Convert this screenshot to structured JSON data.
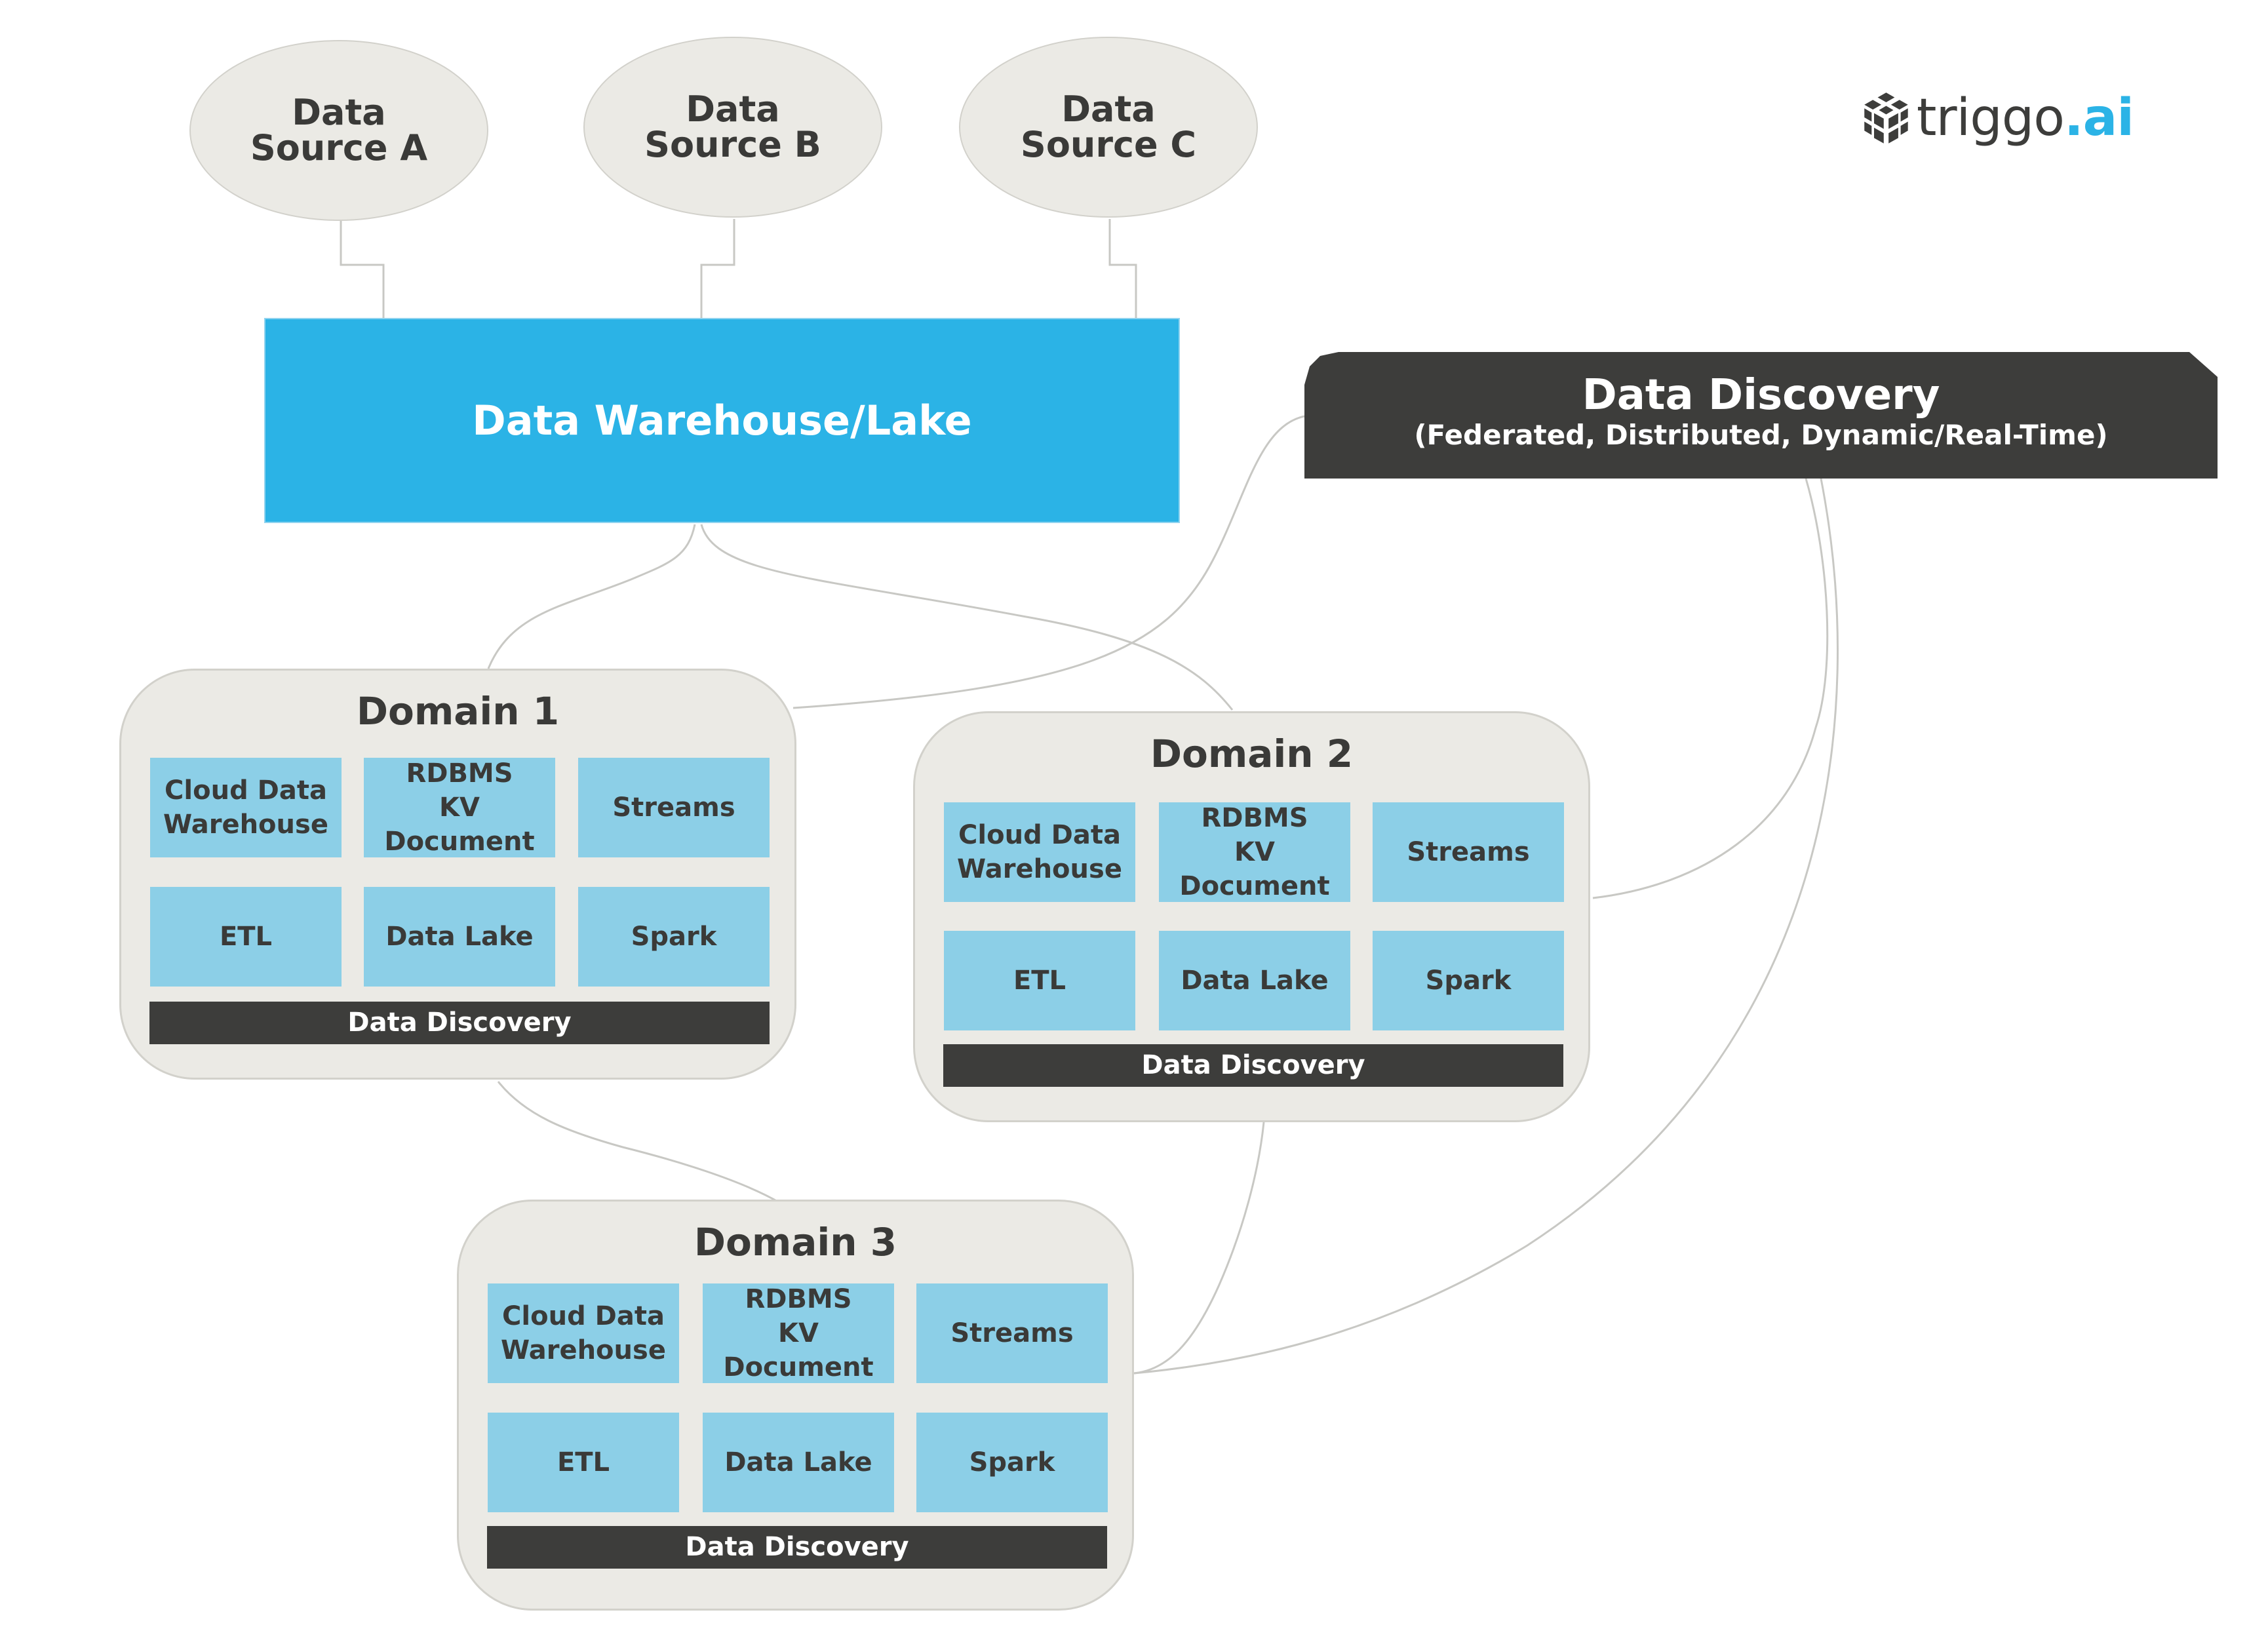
{
  "data_sources": [
    {
      "label": "Data Source A"
    },
    {
      "label": "Data Source B"
    },
    {
      "label": "Data Source C"
    }
  ],
  "warehouse": {
    "label": "Data Warehouse/Lake"
  },
  "discovery": {
    "title": "Data Discovery",
    "subtitle": "(Federated, Distributed, Dynamic/Real-Time)"
  },
  "logo": {
    "brand": "triggo",
    "suffix": ".ai",
    "accent_color": "#2bb3e6"
  },
  "domains": [
    {
      "title": "Domain 1",
      "tiles": [
        "Cloud Data\nWarehouse",
        "RDBMS\nKV Document",
        "Streams",
        "ETL",
        "Data Lake",
        "Spark"
      ],
      "discovery_label": "Data Discovery"
    },
    {
      "title": "Domain 2",
      "tiles": [
        "Cloud Data\nWarehouse",
        "RDBMS\nKV Document",
        "Streams",
        "ETL",
        "Data Lake",
        "Spark"
      ],
      "discovery_label": "Data Discovery"
    },
    {
      "title": "Domain 3",
      "tiles": [
        "Cloud Data\nWarehouse",
        "RDBMS\nKV Document",
        "Streams",
        "ETL",
        "Data Lake",
        "Spark"
      ],
      "discovery_label": "Data Discovery"
    }
  ],
  "colors": {
    "warehouse_blue": "#2bb3e6",
    "tile_blue": "#8ccfe7",
    "domain_bg": "#ebeae5",
    "dark": "#3d3d3b",
    "connector": "#c8c8c4"
  }
}
